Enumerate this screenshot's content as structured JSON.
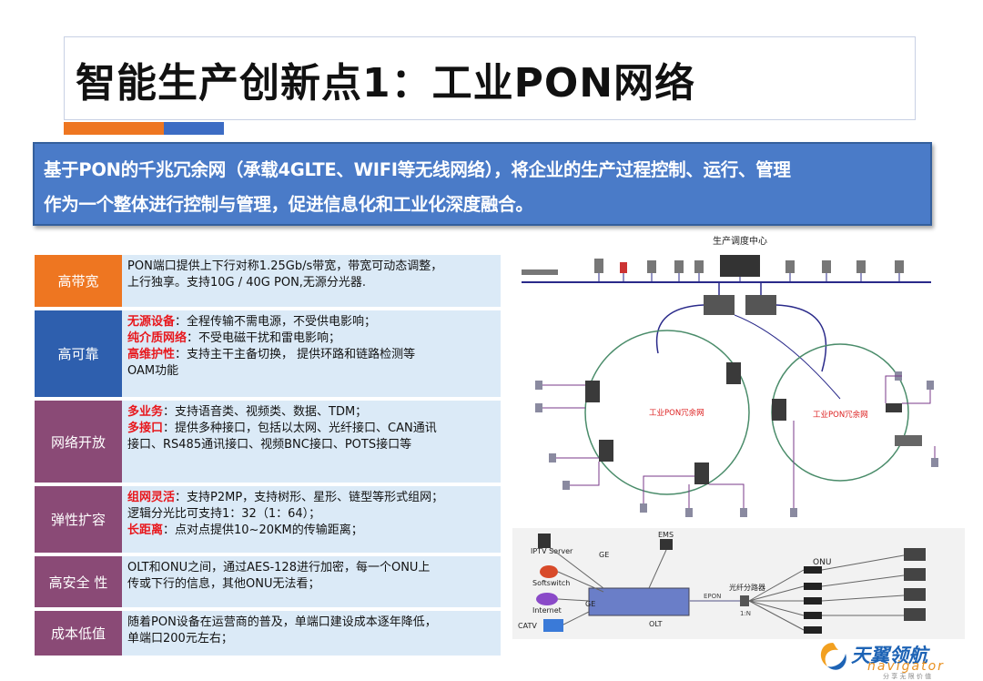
{
  "title": "智能生产创新点1：工业PON网络",
  "intro": {
    "line1": "基于PON的千兆冗余网（承载4GLTE、WIFI等无线网络），将企业的生产过程控制、运行、管理",
    "line2": "作为一个整体进行控制与管理，促进信息化和工业化深度融合。"
  },
  "colors": {
    "orange_bar": "#ee7621",
    "blue_bar": "#3c6cc4",
    "intro_bg": "#4a7bc8",
    "row_body_bg": "#dbeaf7",
    "highlight": "#e8171c"
  },
  "rows": [
    {
      "label": "高带宽",
      "color": "#ee7621",
      "lines": [
        {
          "hl": "",
          "text": "PON端口提供上下行对称1.25Gb/s带宽，带宽可动态调整，"
        },
        {
          "hl": "",
          "text": "上行独享。支持10G / 40G PON,无源分光器."
        }
      ]
    },
    {
      "label": "高可靠",
      "color": "#2e5fae",
      "lines": [
        {
          "hl": "无源设备",
          "text": "：全程传输不需电源，不受供电影响；"
        },
        {
          "hl": "纯介质网络",
          "text": "：不受电磁干扰和雷电影响；"
        },
        {
          "hl": "高维护性",
          "text": "：支持主干主备切换， 提供环路和链路检测等"
        },
        {
          "hl": "",
          "text": "OAM功能"
        }
      ]
    },
    {
      "label": "网络开放",
      "color": "#8a4a76",
      "lines": [
        {
          "hl": "多业务",
          "text": "：支持语音类、视频类、数据、TDM；"
        },
        {
          "hl": "多接口",
          "text": "：提供多种接口，包括以太网、光纤接口、CAN通讯"
        },
        {
          "hl": "",
          "text": "接口、RS485通讯接口、视频BNC接口、POTS接口等"
        }
      ]
    },
    {
      "label": "弹性扩容",
      "color": "#8a4a76",
      "lines": [
        {
          "hl": "组网灵活",
          "text": "：支持P2MP，支持树形、星形、链型等形式组网；"
        },
        {
          "hl": "",
          "text": "逻辑分光比可支持1：32（1：64）；"
        },
        {
          "hl": "长距离",
          "text": "：点对点提供10~20KM的传输距离；"
        }
      ]
    },
    {
      "label": "高安全 性",
      "color": "#8a4a76",
      "lines": [
        {
          "hl": "",
          "text": "OLT和ONU之间，通过AES-128进行加密，每一个ONU上"
        },
        {
          "hl": "",
          "text": "传或下行的信息，其他ONU无法看；"
        }
      ]
    },
    {
      "label": "成本低值",
      "color": "#8a4a76",
      "lines": [
        {
          "hl": "",
          "text": "随着PON设备在运营商的普及，单端口建设成本逐年降低，"
        },
        {
          "hl": "",
          "text": "单端口200元左右；"
        }
      ]
    }
  ],
  "diagram": {
    "top_label": "生产调度中心",
    "ring_left": "工业PON冗余网",
    "ring_right": "工业PON冗余网"
  },
  "diagram2": {
    "iptv": "IPTV Server",
    "softswitch": "Softswitch",
    "internet": "Internet",
    "catv": "CATV",
    "ge1": "GE",
    "ge2": "GE",
    "ems": "EMS",
    "olt": "OLT",
    "splitter": "光纤分路器",
    "onu": "ONU",
    "epon": "EPON",
    "ratio": "1:N"
  },
  "logo": {
    "main": "天翼领航",
    "sub": "navigator",
    "tagline": "分 享 无 限 价 值"
  }
}
